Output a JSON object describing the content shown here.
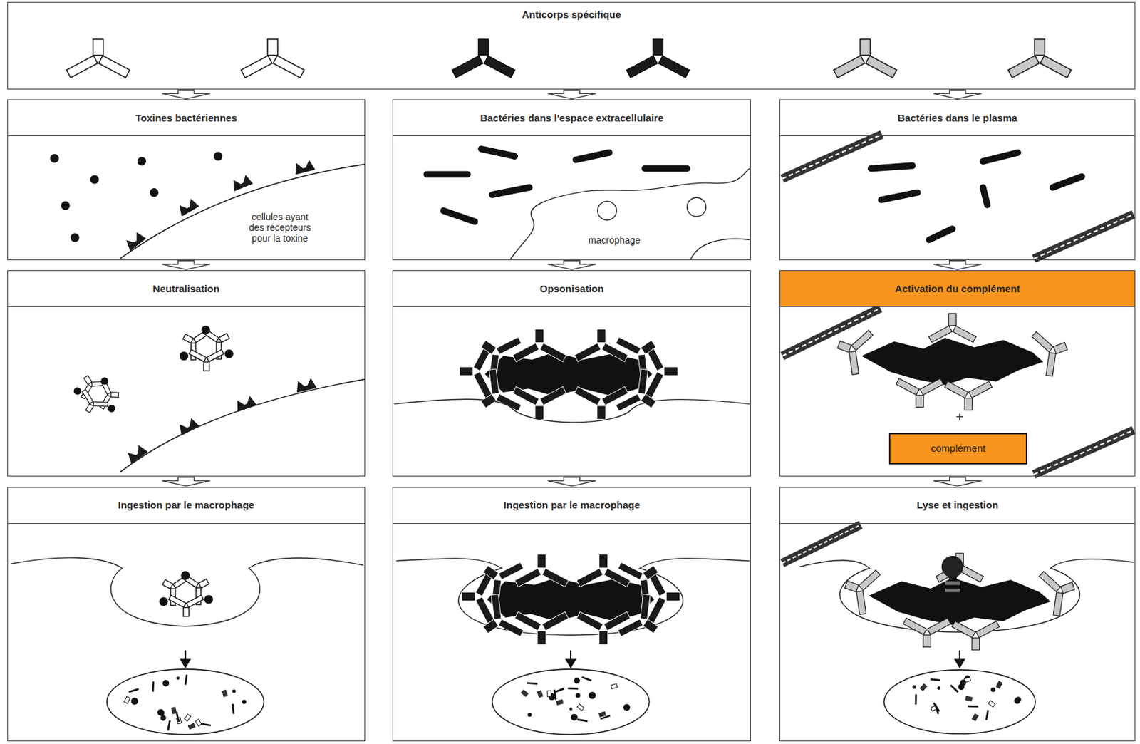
{
  "diagram": {
    "nodes": [
      {
        "text": [
          "Anticorps spécifique"
        ]
      },
      {
        "text": [
          "Toxines bactériennes"
        ]
      },
      {
        "text": [
          "Bactéries dans l'espace extracellulaire"
        ]
      },
      {
        "text": [
          "Bactéries dans le plasma"
        ]
      },
      {
        "text": [
          "Neutralisation"
        ]
      },
      {
        "text": [
          "Opsonisation"
        ]
      },
      {
        "text": [
          "Activation du complément"
        ]
      },
      {
        "text": [
          "complément"
        ],
        "in": 6
      },
      {
        "text": [
          "Ingestion par le macrophage"
        ]
      },
      {
        "text": [
          "Ingestion par le macrophage"
        ]
      },
      {
        "text": [
          "Lyse et ingestion"
        ]
      }
    ],
    "edges": [
      {
        "from": 0,
        "to": 1,
        "arrow": "to"
      },
      {
        "from": 0,
        "to": 2,
        "arrow": "to"
      },
      {
        "from": 0,
        "to": 3,
        "arrow": "to"
      },
      {
        "from": 1,
        "to": 4,
        "arrow": "to"
      },
      {
        "from": 2,
        "to": 5,
        "arrow": "to"
      },
      {
        "from": 3,
        "to": 6,
        "arrow": "to"
      },
      {
        "from": 4,
        "to": 8,
        "arrow": "to"
      },
      {
        "from": 5,
        "to": 9,
        "arrow": "to"
      },
      {
        "from": 6,
        "to": 10,
        "arrow": "to"
      }
    ],
    "labels": [
      "cellules ayant des récepteurs pour la toxine",
      "macrophage",
      "+"
    ]
  }
}
